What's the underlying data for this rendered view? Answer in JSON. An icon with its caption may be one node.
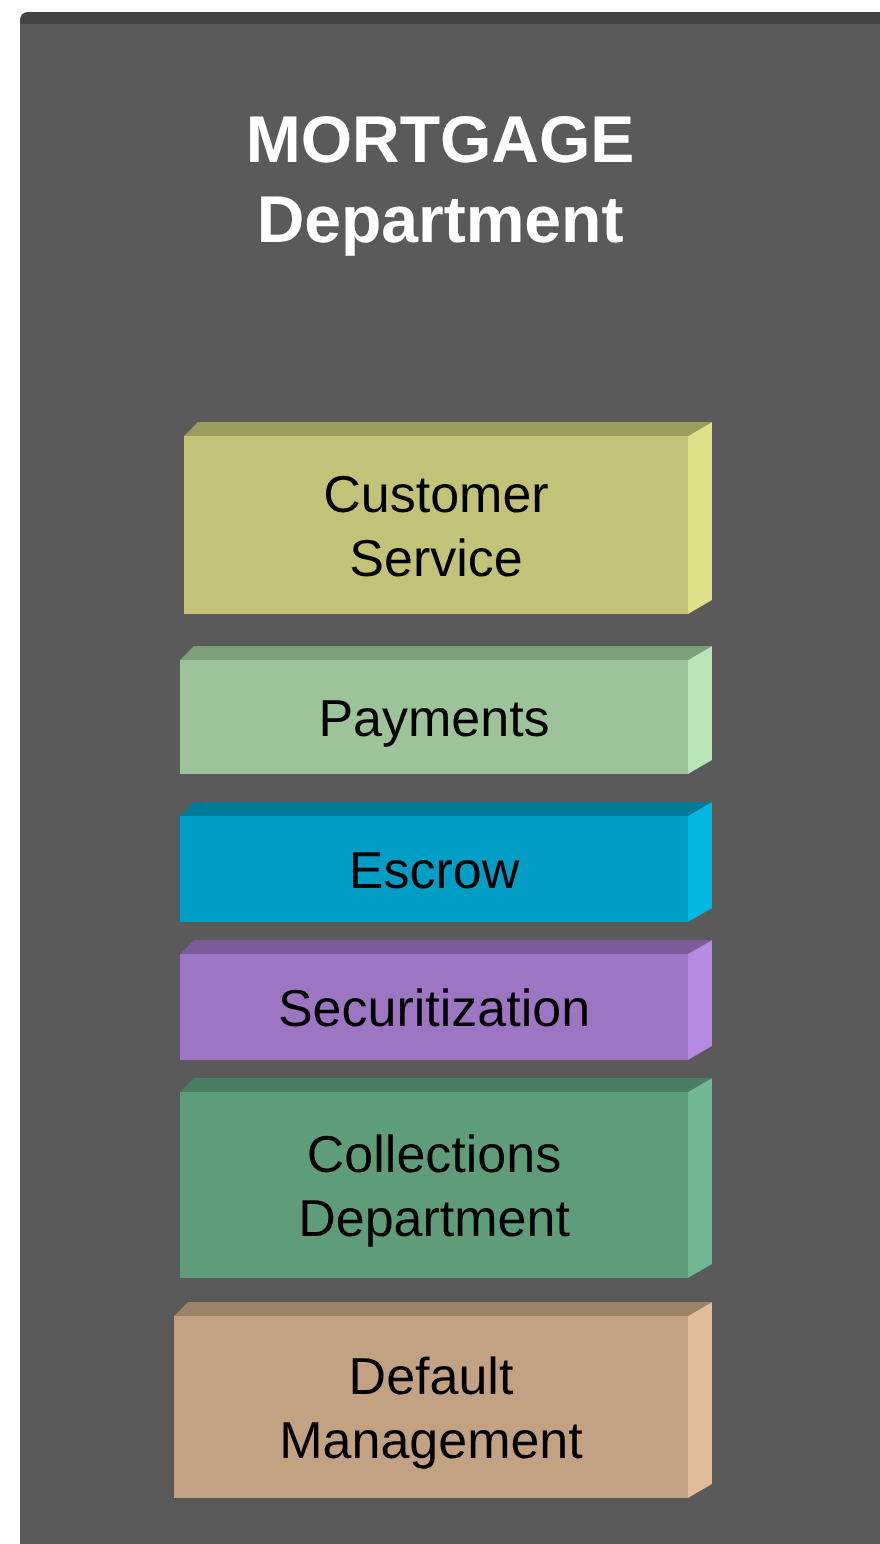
{
  "diagram": {
    "nodes": [
      {
        "text": [
          "MORTGAGE Department"
        ]
      },
      {
        "text": [
          "Customer Service"
        ],
        "in": 0
      },
      {
        "text": [
          "Payments"
        ],
        "in": 0
      },
      {
        "text": [
          "Escrow"
        ],
        "in": 0
      },
      {
        "text": [
          "Securitization"
        ],
        "in": 0
      },
      {
        "text": [
          "Collections Department"
        ],
        "in": 0
      },
      {
        "text": [
          "Default Management"
        ],
        "in": 0
      }
    ]
  }
}
